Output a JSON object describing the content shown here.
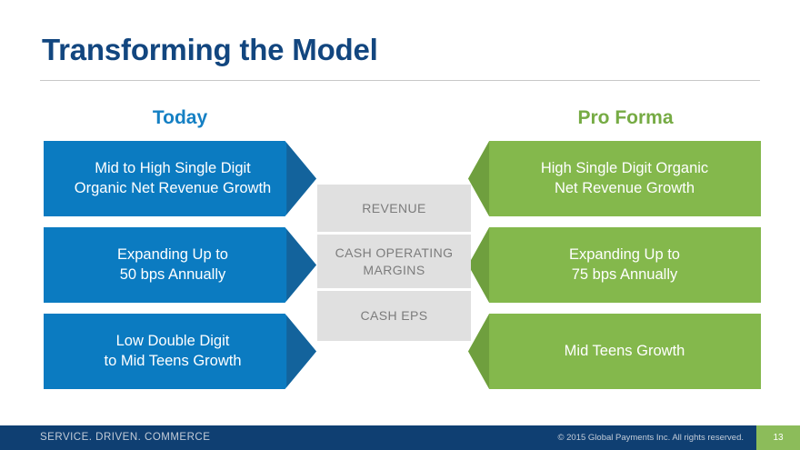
{
  "slide": {
    "title": "Transforming the Model",
    "accent_navy": "#12467f",
    "accent_blue": "#0b7bc1",
    "accent_green": "#84b84c",
    "accent_gray": "#e0e0e0"
  },
  "columns": {
    "left_heading": "Today",
    "right_heading": "Pro Forma"
  },
  "rows": [
    {
      "metric": "REVENUE",
      "today_line1": "Mid to High Single Digit",
      "today_line2": "Organic Net Revenue Growth",
      "proforma_line1": "High Single Digit Organic",
      "proforma_line2": "Net Revenue Growth"
    },
    {
      "metric_line1": "CASH OPERATING",
      "metric_line2": "MARGINS",
      "today_line1": "Expanding Up to",
      "today_line2": "50 bps Annually",
      "proforma_line1": "Expanding Up to",
      "proforma_line2": "75 bps Annually"
    },
    {
      "metric": "CASH EPS",
      "today_line1": "Low Double Digit",
      "today_line2": "to Mid Teens Growth",
      "proforma_line1": "Mid Teens Growth",
      "proforma_line2": ""
    }
  ],
  "footer": {
    "tagline": "SERVICE. DRIVEN. COMMERCE",
    "copyright": "© 2015 Global Payments Inc. All rights reserved.",
    "page_number": "13"
  }
}
